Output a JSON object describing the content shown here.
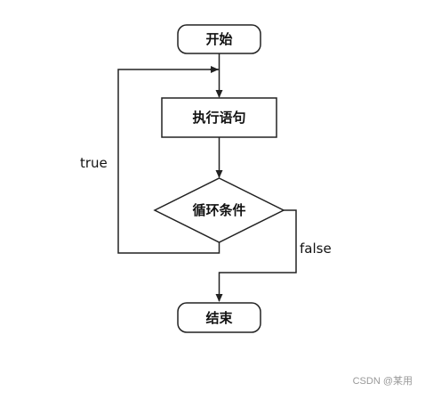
{
  "diagram": {
    "nodes": {
      "start": "开始",
      "process": "执行语句",
      "condition": "循环条件",
      "end": "结束"
    },
    "edges": {
      "true_label": "true",
      "false_label": "false"
    }
  },
  "watermark": "CSDN @某用",
  "colors": {
    "stroke": "#222222",
    "background": "#ffffff",
    "watermark": "#999999"
  }
}
